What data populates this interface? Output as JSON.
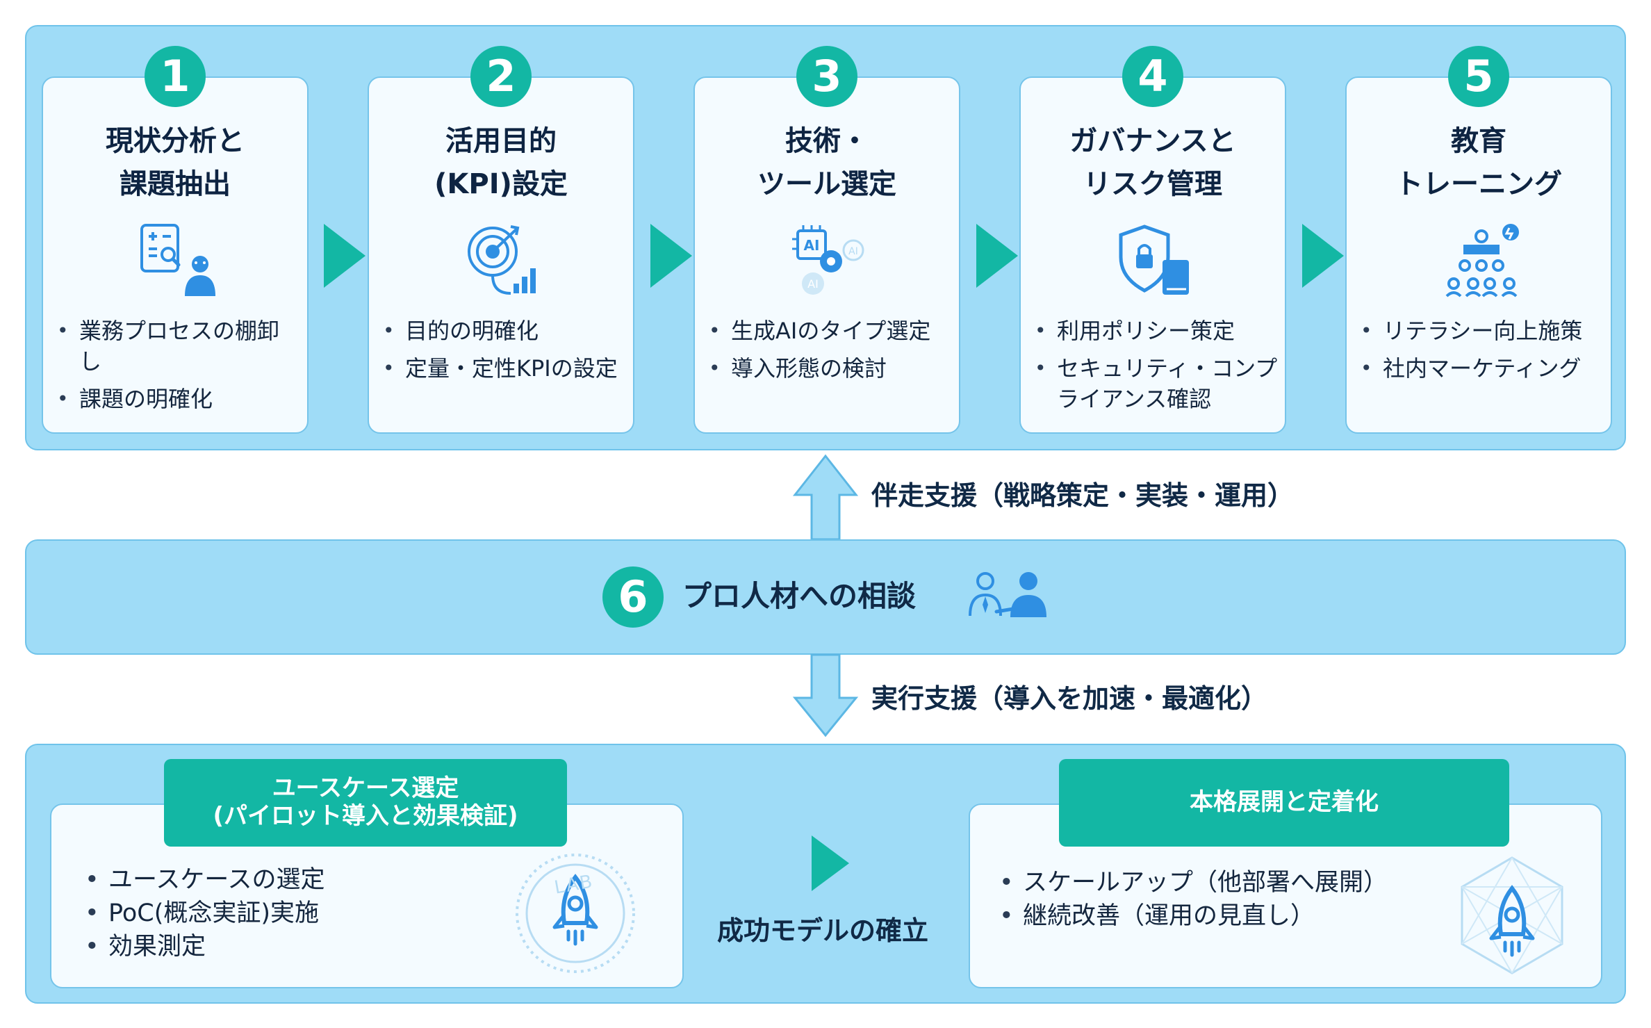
{
  "colors": {
    "accent": "#13b7a4",
    "panel": "#9fdcf7",
    "card": "#f4fbff",
    "icon_blue": "#2f8fe2"
  },
  "steps": [
    {
      "number": "1",
      "title": [
        "現状分析と",
        "課題抽出"
      ],
      "icon": "document-search-person-icon",
      "bullets": [
        "業務プロセスの棚卸し",
        "課題の明確化"
      ]
    },
    {
      "number": "2",
      "title": [
        "活用目的",
        "(KPI)設定"
      ],
      "icon": "target-chart-icon",
      "bullets": [
        "目的の明確化",
        "定量・定性KPIの設定"
      ]
    },
    {
      "number": "3",
      "title": [
        "技術・",
        "ツール選定"
      ],
      "icon": "ai-chip-gear-icon",
      "bullets": [
        "生成AIのタイプ選定",
        "導入形態の検討"
      ]
    },
    {
      "number": "4",
      "title": [
        "ガバナンスと",
        "リスク管理"
      ],
      "icon": "shield-lock-book-icon",
      "bullets": [
        "利用ポリシー策定",
        "セキュリティ・コンプライアンス確認"
      ]
    },
    {
      "number": "5",
      "title": [
        "教育",
        "トレーニング"
      ],
      "icon": "training-group-bulb-icon",
      "bullets": [
        "リテラシー向上施策",
        "社内マーケティング"
      ]
    }
  ],
  "support_up": "伴走支援（戦略策定・実装・運用）",
  "consult": {
    "number": "6",
    "label": "プロ人材への相談",
    "icon": "consultation-people-icon"
  },
  "support_down": "実行支援（導入を加速・最適化）",
  "pilot": {
    "pill_line1": "ユースケース選定",
    "pill_line2": "(パイロット導入と効果検証)",
    "bullets": [
      "ユースケースの選定",
      "PoC(概念実証)実施",
      "効果測定"
    ],
    "lab_text": "LAB"
  },
  "middle_label": "成功モデルの確立",
  "deploy": {
    "pill": "本格展開と定着化",
    "bullets": [
      "スケールアップ（他部署へ展開）",
      "継続改善（運用の見直し）"
    ]
  }
}
